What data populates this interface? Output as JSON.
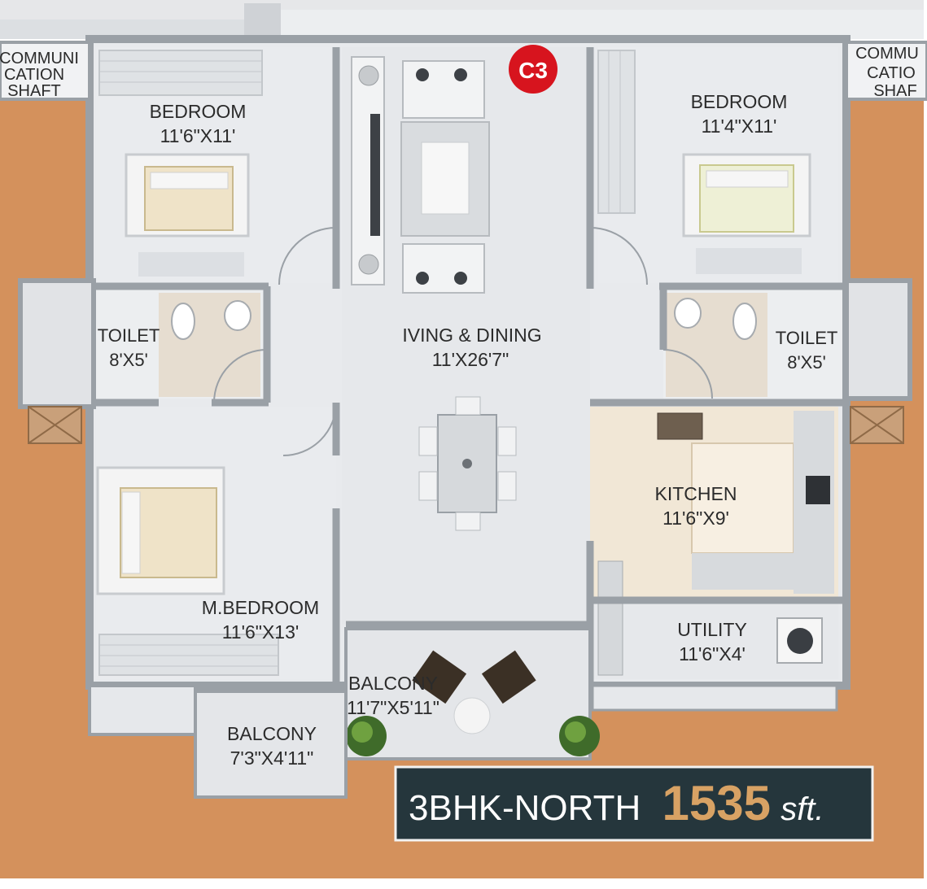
{
  "plan": {
    "marker": "C3",
    "shaft_left": [
      "COMMUNI",
      "CATION",
      "SHAFT"
    ],
    "shaft_right": [
      "COMMU",
      "CATIO",
      "SHAF"
    ],
    "rooms": {
      "bedroom_nw": {
        "name": "BEDROOM",
        "size": "11'6\"X11'"
      },
      "bedroom_ne": {
        "name": "BEDROOM",
        "size": "11'4\"X11'"
      },
      "living": {
        "name": "IVING & DINING",
        "size": "11'X26'7\""
      },
      "toilet_w": {
        "name": "TOILET",
        "size": "8'X5'"
      },
      "toilet_e": {
        "name": "TOILET",
        "size": "8'X5'"
      },
      "kitchen": {
        "name": "KITCHEN",
        "size": "11'6\"X9'"
      },
      "master_bedroom": {
        "name": "M.BEDROOM",
        "size": "11'6\"X13'"
      },
      "utility": {
        "name": "UTILITY",
        "size": "11'6\"X4'"
      },
      "balcony_center": {
        "name": "BALCONY",
        "size": "11'7\"X5'11\""
      },
      "balcony_west": {
        "name": "BALCONY",
        "size": "7'3\"X4'11\""
      }
    },
    "banner": {
      "type": "3BHK-NORTH",
      "area": "1535",
      "unit": "sft."
    },
    "colors": {
      "ground": "#d4915c",
      "floor": "#e8eaed",
      "wall": "#9aa0a6",
      "banner": "#25363c",
      "accent": "#d8a264",
      "marker": "#d7141e"
    }
  }
}
